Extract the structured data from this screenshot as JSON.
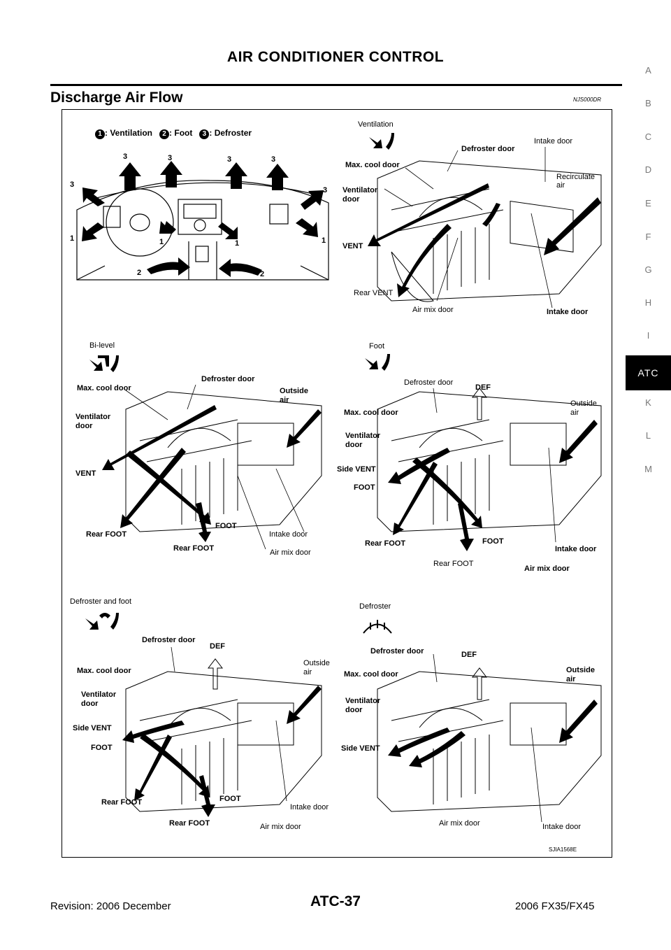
{
  "header": {
    "title": "AIR CONDITIONER CONTROL"
  },
  "section": {
    "title": "Discharge Air Flow",
    "code": "NJS000DR"
  },
  "tabs": [
    {
      "label": "A"
    },
    {
      "label": "B"
    },
    {
      "label": "C"
    },
    {
      "label": "D"
    },
    {
      "label": "E"
    },
    {
      "label": "F"
    },
    {
      "label": "G"
    },
    {
      "label": "H"
    },
    {
      "label": "I"
    },
    {
      "label": "ATC"
    },
    {
      "label": "K"
    },
    {
      "label": "L"
    },
    {
      "label": "M"
    }
  ],
  "active_tab": "ATC",
  "figure": {
    "code": "SJIA1568E",
    "legend": {
      "n1": "1",
      "l1": ": Ventilation",
      "n2": "2",
      "l2": ": Foot",
      "n3": "3",
      "l3": ": Defroster"
    },
    "dash_markers": {
      "m1": "1",
      "m2": "2",
      "m3": "3"
    },
    "ventilation": {
      "title": "Ventilation",
      "labels": {
        "defroster_door": "Defroster door",
        "intake_door_top": "Intake door",
        "max_cool": "Max. cool door",
        "recirculate": "Recirculate",
        "recirculate2": "air",
        "ventilator": "Ventilator",
        "ventilator2": "door",
        "vent": "VENT",
        "rear_vent": "Rear VENT",
        "air_mix": "Air mix door",
        "intake_door": "Intake door"
      }
    },
    "bilevel": {
      "title": "Bi-level",
      "labels": {
        "defroster_door": "Defroster door",
        "max_cool": "Max. cool door",
        "outside": "Outside",
        "outside2": "air",
        "ventilator": "Ventilator",
        "ventilator2": "door",
        "vent": "VENT",
        "rear_foot": "Rear FOOT",
        "foot": "FOOT",
        "intake_door": "Intake door",
        "rear_foot2": "Rear FOOT",
        "air_mix": "Air mix door"
      }
    },
    "foot": {
      "title": "Foot",
      "labels": {
        "defroster_door": "Defroster door",
        "def": "DEF",
        "max_cool": "Max. cool door",
        "outside": "Outside",
        "outside2": "air",
        "ventilator": "Ventilator",
        "ventilator2": "door",
        "side_vent": "Side VENT",
        "foot_label": "FOOT",
        "rear_foot": "Rear FOOT",
        "foot": "FOOT",
        "intake_door": "Intake door",
        "rear_foot2": "Rear FOOT",
        "air_mix": "Air mix door"
      }
    },
    "def_foot": {
      "title": "Defroster and foot",
      "labels": {
        "defroster_door": "Defroster door",
        "def": "DEF",
        "max_cool": "Max. cool door",
        "outside": "Outside",
        "outside2": "air",
        "ventilator": "Ventilator",
        "ventilator2": "door",
        "side_vent": "Side VENT",
        "foot_label": "FOOT",
        "rear_foot": "Rear FOOT",
        "foot": "FOOT",
        "intake_door": "Intake door",
        "rear_foot2": "Rear FOOT",
        "air_mix": "Air mix door"
      }
    },
    "defroster": {
      "title": "Defroster",
      "labels": {
        "defroster_door": "Defroster door",
        "def": "DEF",
        "max_cool": "Max. cool door",
        "outside": "Outside",
        "outside2": "air",
        "ventilator": "Ventilator",
        "ventilator2": "door",
        "side_vent": "Side VENT",
        "air_mix": "Air mix door",
        "intake_door": "Intake door"
      }
    }
  },
  "footer": {
    "revision": "Revision: 2006 December",
    "page": "ATC-37",
    "model": "2006 FX35/FX45"
  }
}
